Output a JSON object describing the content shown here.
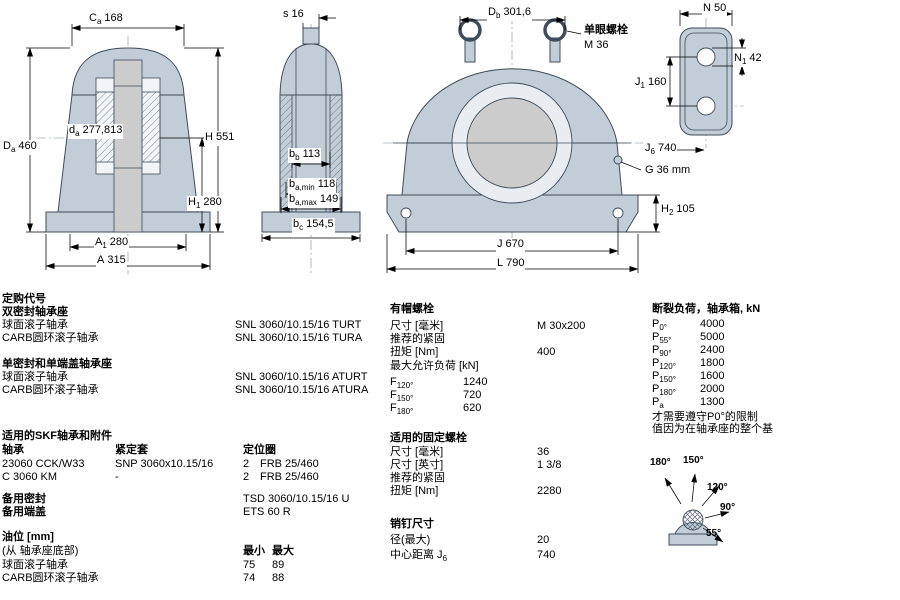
{
  "drawings": {
    "section_view": {
      "dims": {
        "Ca": {
          "base": "C",
          "sub": "a",
          "value": "168"
        },
        "Da": {
          "base": "D",
          "sub": "a",
          "value": "460"
        },
        "da": {
          "base": "d",
          "sub": "a",
          "value": "277,813"
        },
        "H": {
          "base": "H",
          "sub": "",
          "value": "551"
        },
        "H1": {
          "base": "H",
          "sub": "1",
          "value": "280"
        },
        "A1": {
          "base": "A",
          "sub": "1",
          "value": "280"
        },
        "A": {
          "base": "A",
          "sub": "",
          "value": "315"
        }
      }
    },
    "side_view": {
      "dims": {
        "s": {
          "base": "s",
          "sub": "",
          "value": "16"
        },
        "bb": {
          "base": "b",
          "sub": "b",
          "value": "113"
        },
        "ba_min": {
          "base": "b",
          "sub": "a,min",
          "value": "118"
        },
        "ba_max": {
          "base": "b",
          "sub": "a,max",
          "value": "149"
        },
        "bc": {
          "base": "b",
          "sub": "c",
          "value": "154,5"
        }
      }
    },
    "front_view": {
      "eyebolt_label": "单眼螺栓",
      "eyebolt_size": "M 36",
      "dims": {
        "Db": {
          "base": "D",
          "sub": "b",
          "value": "301,6"
        },
        "J": {
          "base": "J",
          "sub": "",
          "value": "670"
        },
        "L": {
          "base": "L",
          "sub": "",
          "value": "790"
        },
        "H2": {
          "base": "H",
          "sub": "2",
          "value": "105"
        },
        "G": {
          "base": "G",
          "sub": "",
          "value": "36 mm"
        }
      }
    },
    "top_view": {
      "dims": {
        "N": {
          "base": "N",
          "sub": "",
          "value": "50"
        },
        "N1": {
          "base": "N",
          "sub": "1",
          "value": "42"
        },
        "J1": {
          "base": "J",
          "sub": "1",
          "value": "160"
        },
        "J6": {
          "base": "J",
          "sub": "6",
          "value": "740"
        }
      }
    }
  },
  "ordering": {
    "title": "定购代号",
    "sections": [
      {
        "heading": "双密封轴承座",
        "rows": [
          {
            "label": "球面滚子轴承",
            "value": "SNL 3060/10.15/16 TURT"
          },
          {
            "label": "CARB圆环滚子轴承",
            "value": "SNL 3060/10.15/16 TURA"
          }
        ]
      },
      {
        "heading": "单密封和单端盖轴承座",
        "rows": [
          {
            "label": "球面滚子轴承",
            "value": "SNL 3060/10.15/16 ATURT"
          },
          {
            "label": "CARB圆环滚子轴承",
            "value": "SNL 3060/10.15/16 ATURA"
          }
        ]
      }
    ]
  },
  "bearings_table": {
    "title": "适用的SKF轴承和附件",
    "headers": {
      "bearing": "轴承",
      "sleeve": "紧定套",
      "ring": "定位圈"
    },
    "rows": [
      {
        "bearing": "23060 CCK/W33",
        "sleeve": "SNP 3060x10.15/16",
        "qty": "2",
        "ring": "FRB 25/460"
      },
      {
        "bearing": "C 3060 KM",
        "sleeve": "-",
        "qty": "2",
        "ring": "FRB 25/460"
      }
    ]
  },
  "spares": {
    "seal_label": "备用密封",
    "seal_value": "TSD 3060/10.15/16 U",
    "cover_label": "备用端盖",
    "cover_value": "ETS 60 R"
  },
  "oil_level": {
    "title": "油位 [mm]",
    "subtitle": "(从 轴承座底部)",
    "min_header": "最小",
    "max_header": "最大",
    "rows": [
      {
        "label": "球面滚子轴承",
        "min": "75",
        "max": "89"
      },
      {
        "label": "CARB圆环滚子轴承",
        "min": "74",
        "max": "88"
      }
    ]
  },
  "cap_bolts": {
    "title": "有帽螺栓",
    "size_label": "尺寸 [毫米]",
    "size_value": "M 30x200",
    "rec_label": "推荐的紧固",
    "torque_label": "扭矩 [Nm]",
    "torque_value": "400",
    "maxload_label": "最大允许负荷 [kN]",
    "F": [
      {
        "base": "F",
        "sub": "120°",
        "value": "1240"
      },
      {
        "base": "F",
        "sub": "150°",
        "value": "720"
      },
      {
        "base": "F",
        "sub": "180°",
        "value": "620"
      }
    ]
  },
  "foundation_bolts": {
    "title": "适用的固定螺栓",
    "size_mm_label": "尺寸 [毫米]",
    "size_mm_value": "36",
    "size_in_label": "尺寸 [英寸]",
    "size_in_value": "1 3/8",
    "rec_label": "推荐的紧固",
    "torque_label": "扭矩 [Nm]",
    "torque_value": "2280"
  },
  "pins": {
    "title": "销钉尺寸",
    "dia_label": "径(最大)",
    "dia_value": "20",
    "cd": {
      "base": "中心距离 J",
      "sub": "6",
      "value": "740"
    }
  },
  "breaking_loads": {
    "title": "断裂负荷，轴承箱, kN",
    "rows": [
      {
        "base": "P",
        "sub": "0°",
        "value": "4000"
      },
      {
        "base": "P",
        "sub": "55°",
        "value": "5000"
      },
      {
        "base": "P",
        "sub": "90°",
        "value": "2400"
      },
      {
        "base": "P",
        "sub": "120°",
        "value": "1800"
      },
      {
        "base": "P",
        "sub": "150°",
        "value": "1600"
      },
      {
        "base": "P",
        "sub": "180°",
        "value": "2000"
      },
      {
        "base": "P",
        "sub": "a",
        "value": "1300"
      }
    ],
    "note_line1": "才需要遵守P0°的限制",
    "note_line2": "值因为在轴承座的整个基",
    "angle_labels": [
      "180°",
      "150°",
      "120°",
      "90°",
      "55°"
    ]
  },
  "colors": {
    "housing_fill": "#c3cdd7",
    "shaft_fill": "#cccccc",
    "line": "#3f4c59"
  }
}
